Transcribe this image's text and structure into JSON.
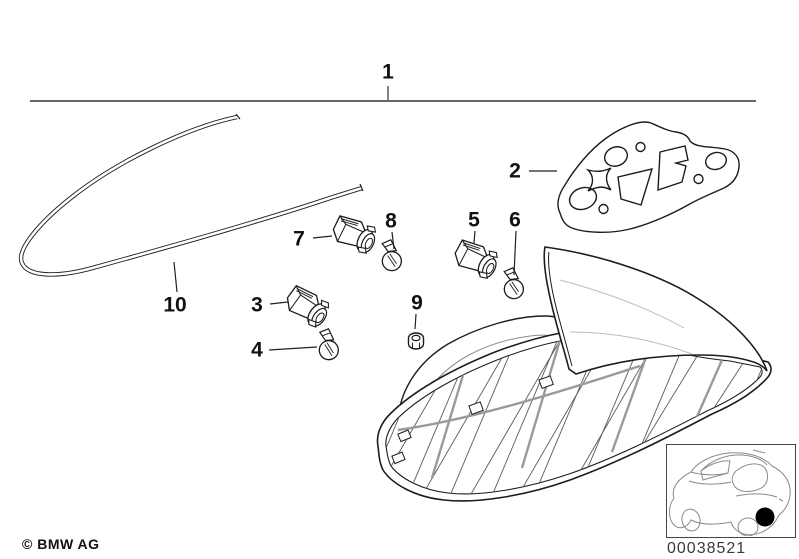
{
  "callouts": {
    "c1": "1",
    "c2": "2",
    "c3": "3",
    "c4": "4",
    "c5": "5",
    "c6": "6",
    "c7": "7",
    "c8": "8",
    "c9": "9",
    "c10": "10"
  },
  "parts_visible": [
    {
      "callout": "1",
      "depicts": "tail-light-assembly-group"
    },
    {
      "callout": "2",
      "depicts": "gasket"
    },
    {
      "callout": "3",
      "depicts": "bulb-socket"
    },
    {
      "callout": "4",
      "depicts": "bulb"
    },
    {
      "callout": "5",
      "depicts": "bulb-socket"
    },
    {
      "callout": "6",
      "depicts": "bulb"
    },
    {
      "callout": "7",
      "depicts": "bulb-socket"
    },
    {
      "callout": "8",
      "depicts": "bulb"
    },
    {
      "callout": "9",
      "depicts": "nut"
    },
    {
      "callout": "10",
      "depicts": "sealing-strip"
    }
  ],
  "footer": {
    "copyright": "© BMW AG",
    "diagram_number": "00038521"
  },
  "icons": {
    "inset": "car-rear-three-quarter-icon",
    "highlight": "tail-light-location-dot"
  },
  "colors": {
    "line": "#1c1c1c",
    "faint_line": "#8a8a8a",
    "background": "#ffffff",
    "highlight_dot": "#000000"
  }
}
